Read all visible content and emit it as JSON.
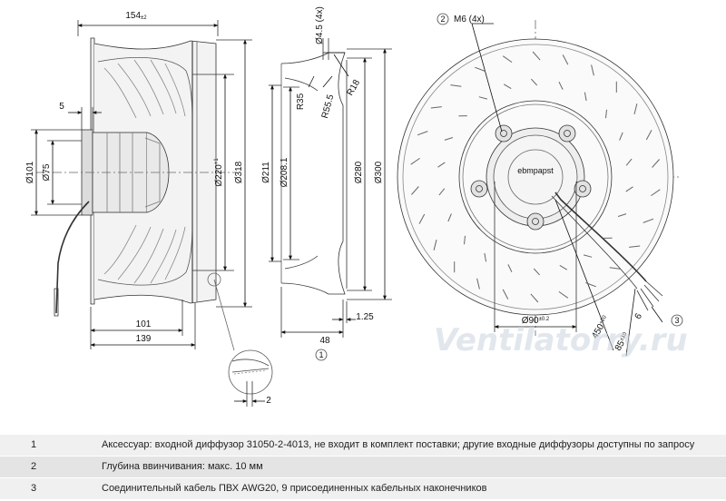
{
  "side_view": {
    "dim_width": "154",
    "dim_width_tol": "±2",
    "dim_hub_offset": "5",
    "dim_dia_101": "Ø101",
    "dim_dia_75": "Ø75",
    "dim_dia_220": "Ø220",
    "dim_dia_220_tol": "+1",
    "dim_dia_318": "Ø318",
    "dim_len_101": "101",
    "dim_len_139": "139",
    "dim_detail_2": "2"
  },
  "section_view": {
    "dim_hole": "Ø4.5 (4x)",
    "dim_r18": "R18",
    "dim_r35": "R35",
    "dim_r555": "R55.5",
    "dim_dia_211": "Ø211",
    "dim_dia_2081": "Ø208.1",
    "dim_dia_280": "Ø280",
    "dim_dia_300": "Ø300",
    "dim_48": "48",
    "dim_125": "1.25"
  },
  "front_view": {
    "dim_m6": "M6 (4x)",
    "dim_dia_90": "Ø90",
    "dim_dia_90_tol": "±0.2",
    "dim_cable_450": "450",
    "dim_cable_450_tol": "+20",
    "dim_cable_85": "85",
    "dim_cable_85_tol": "±10",
    "dim_cable_6": "6",
    "motor_label": "ebmpapst"
  },
  "callouts": [
    "1",
    "2",
    "3"
  ],
  "watermark": "Ventilatorry.ru",
  "notes": [
    {
      "num": "1",
      "text": "Аксессуар: входной диффузор 31050-2-4013, не входит в комплект поставки; другие входные диффузоры доступны по запросу"
    },
    {
      "num": "2",
      "text": "Глубина ввинчивания: макс. 10 мм"
    },
    {
      "num": "3",
      "text": "Соединительный кабель ПВХ AWG20, 9 присоединенных кабельных наконечников"
    }
  ]
}
